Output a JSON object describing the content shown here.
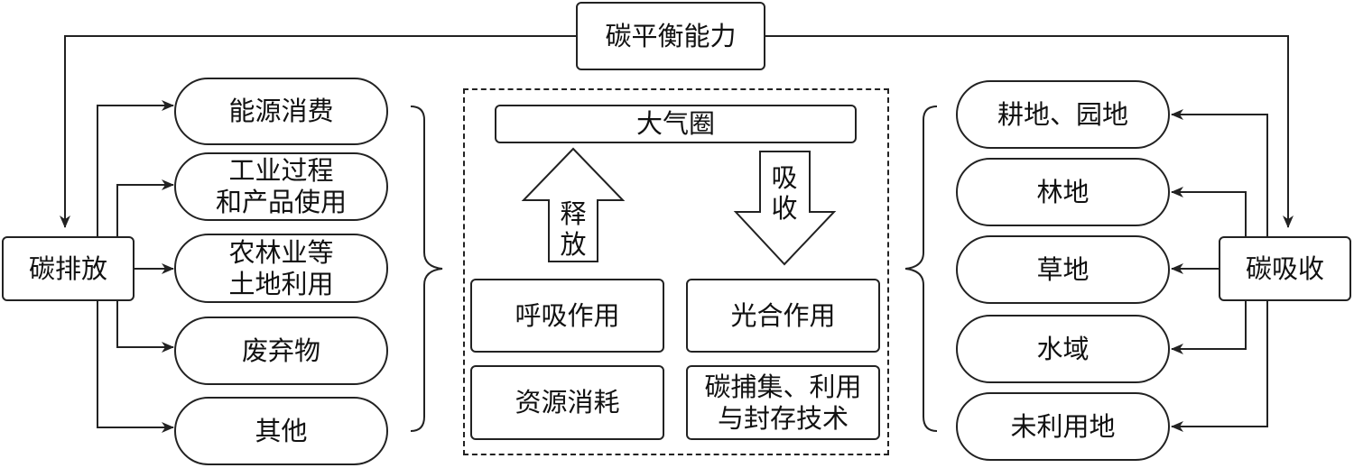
{
  "top": {
    "capacity": "碳平衡能力"
  },
  "left_hub": {
    "label": "碳排放"
  },
  "right_hub": {
    "label": "碳吸收"
  },
  "emission_sources": [
    {
      "lines": [
        "能源消费"
      ]
    },
    {
      "lines": [
        "工业过程",
        "和产品使用"
      ]
    },
    {
      "lines": [
        "农林业等",
        "土地利用"
      ]
    },
    {
      "lines": [
        "废弃物"
      ]
    },
    {
      "lines": [
        "其他"
      ]
    }
  ],
  "absorption_sinks": [
    {
      "lines": [
        "耕地、园地"
      ]
    },
    {
      "lines": [
        "林地"
      ]
    },
    {
      "lines": [
        "草地"
      ]
    },
    {
      "lines": [
        "水域"
      ]
    },
    {
      "lines": [
        "未利用地"
      ]
    }
  ],
  "center": {
    "atmosphere": "大气圈",
    "release": [
      "释",
      "放"
    ],
    "absorb": [
      "吸",
      "收"
    ],
    "respiration": "呼吸作用",
    "photosynthesis": "光合作用",
    "resource_consumption": "资源消耗",
    "ccus": [
      "碳捕集、利用",
      "与封存技术"
    ]
  }
}
